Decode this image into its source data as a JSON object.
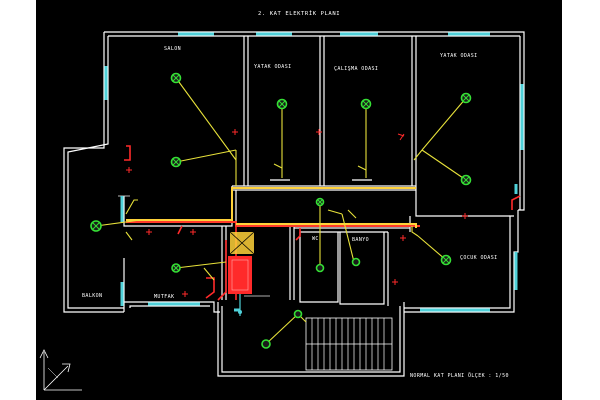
{
  "drawing": {
    "title": "2. KAT ELEKTRİK PLANI",
    "scale_note": "NORMAL KAT PLANI ÖLÇEK : 1/50",
    "background": "#000000",
    "colors": {
      "wall": "#ffffff",
      "window": "#4fd1d9",
      "wire_lighting": "#e8e23a",
      "wire_power": "#ff2a2a",
      "lamp": "#35e035"
    }
  },
  "rooms": {
    "salon": "SALON",
    "room_upper_left": "YATAK ODASI",
    "room_upper_mid": "ÇALIŞMA ODASI",
    "room_upper_right": "YATAK ODASI",
    "balcony_left": "BALKON",
    "kitchen": "MUTFAK",
    "wc": "WC",
    "bath": "BANYO",
    "room_lower_right": "ÇOCUK ODASI"
  }
}
